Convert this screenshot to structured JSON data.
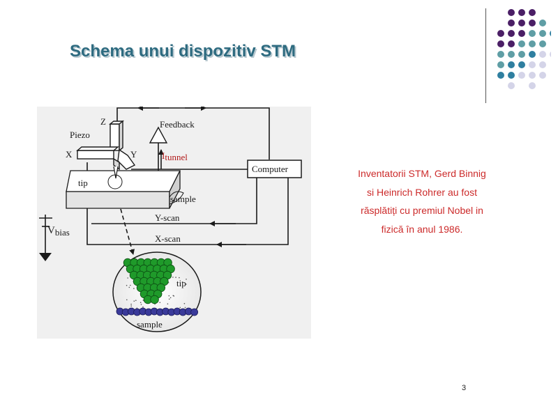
{
  "slide": {
    "title": "Schema unui dispozitiv STM",
    "caption_lines": [
      "Inventatorii STM, Gerd Binnig",
      "si Heinrich Rohrer au fost",
      "răsplătiți cu premiul Nobel in",
      "fizică în anul 1986."
    ],
    "page_number": "3"
  },
  "diagram": {
    "labels": {
      "z": "Z",
      "piezo": "Piezo",
      "x": "X",
      "y": "Y",
      "feedback": "Feedback",
      "i_main": "I",
      "i_sub": "tunnel",
      "computer": "Computer",
      "tip_upper": "tip",
      "sample_upper": "sample",
      "y_scan": "Y-scan",
      "x_scan": "X-scan",
      "v_main": "V",
      "v_sub": "bias",
      "tip_lower": "tip",
      "sample_lower": "sample"
    }
  },
  "colors": {
    "title": "#2e6b80",
    "caption": "#cc2a2a",
    "current_label": "#b01818",
    "dot_purple": "#4b1f66",
    "dot_teal": "#5f9ea5",
    "dot_blue": "#2f7fa0",
    "dot_lavender": "#d4d4e8",
    "tip_atoms": "#1f9a2a",
    "sample_atoms": "#3a3a9a"
  }
}
